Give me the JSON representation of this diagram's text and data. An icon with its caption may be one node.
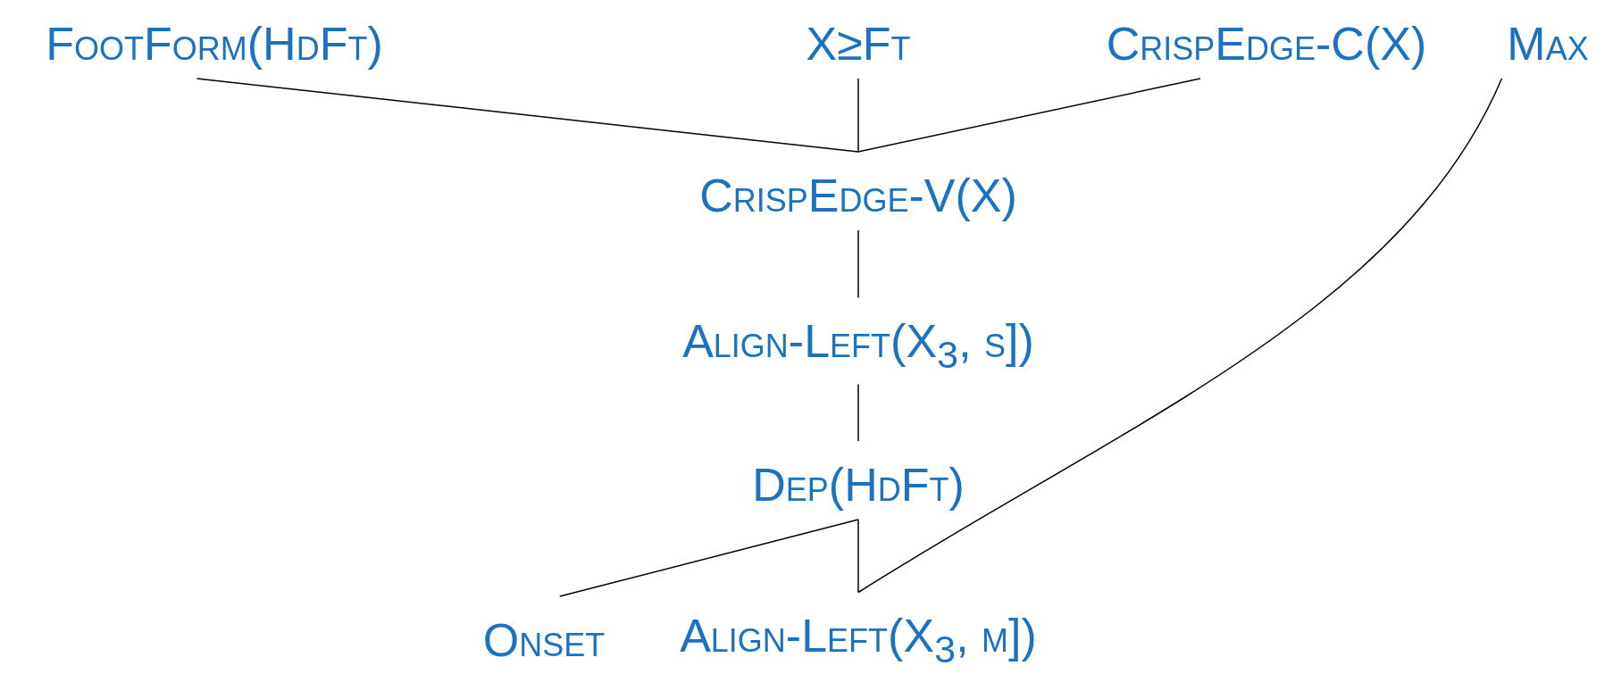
{
  "diagram": {
    "nodes": [
      {
        "text": [
          "FootForm(HdFt)"
        ]
      },
      {
        "text": [
          "X≥Ft"
        ]
      },
      {
        "text": [
          "CrispEdge-C(X)"
        ]
      },
      {
        "text": [
          "Max"
        ]
      },
      {
        "text": [
          "CrispEdge-V(X)"
        ]
      },
      {
        "text": [
          "Align-Left(X$_{3}$, s])"
        ]
      },
      {
        "text": [
          "Dep(HdFt)"
        ]
      },
      {
        "text": [
          "Onset"
        ]
      },
      {
        "text": [
          "Align-Left(X$_{3}$, m])"
        ]
      }
    ],
    "edges": [
      {
        "from": 0,
        "to": 4,
        "arrow": "none"
      },
      {
        "from": 1,
        "to": 4,
        "arrow": "none"
      },
      {
        "from": 2,
        "to": 4,
        "arrow": "none"
      },
      {
        "from": 4,
        "to": 5,
        "arrow": "none"
      },
      {
        "from": 5,
        "to": 6,
        "arrow": "none"
      },
      {
        "from": 6,
        "to": 7,
        "arrow": "none"
      },
      {
        "from": 6,
        "to": 8,
        "arrow": "none"
      },
      {
        "from": 3,
        "to": 8,
        "arrow": "none"
      }
    ]
  }
}
